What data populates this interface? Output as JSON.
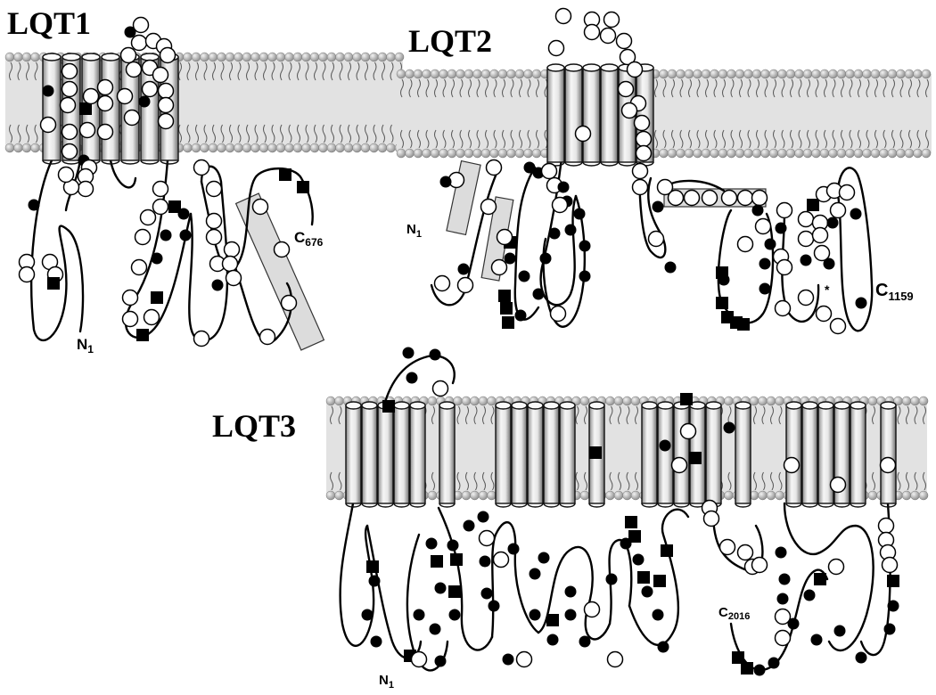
{
  "panels": [
    {
      "id": "lqt1",
      "title": "LQT1",
      "n_term": "N",
      "n_sub": "1",
      "c_term": "C",
      "c_sub": "676"
    },
    {
      "id": "lqt2",
      "title": "LQT2",
      "n_term": "N",
      "n_sub": "1",
      "c_term": "C",
      "c_sub": "1159",
      "star": "*"
    },
    {
      "id": "lqt3",
      "title": "LQT3",
      "n_term": "N",
      "n_sub": "1",
      "c_term": "C",
      "c_sub": "2016"
    }
  ],
  "colors": {
    "membrane_band": "#e2e2e2",
    "lipid_head": "#a9a9a9",
    "helix_light": "#f4f4f4",
    "helix_dark": "#7a7a7a",
    "highlight_box": "#dcdcdc"
  },
  "legend_markers": {
    "open_circle": "white-circle-mutation",
    "filled_circle": "black-circle-mutation",
    "filled_square": "black-square-mutation"
  }
}
